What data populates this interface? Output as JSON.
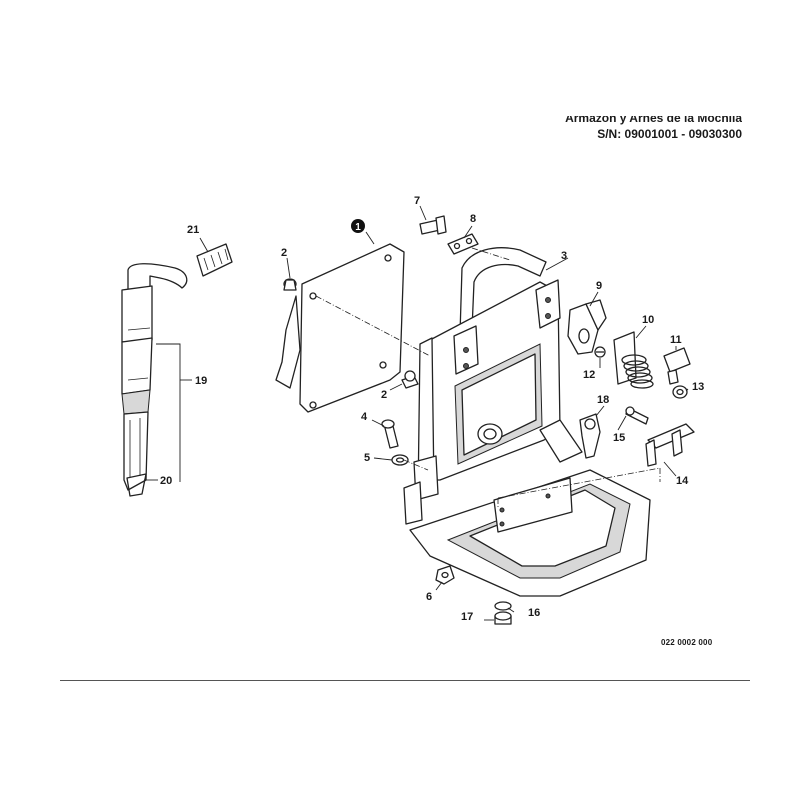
{
  "header": {
    "title": "Armazón y Arnés de la Mochila",
    "serial_range": "S/N: 09001001 - 09030300"
  },
  "document_code": "022 0002 000",
  "callouts": {
    "c1": "1",
    "c2a": "2",
    "c2b": "2",
    "c3": "3",
    "c4": "4",
    "c5": "5",
    "c6": "6",
    "c7": "7",
    "c8": "8",
    "c9": "9",
    "c10": "10",
    "c11": "11",
    "c12": "12",
    "c13": "13",
    "c14": "14",
    "c15": "15",
    "c16": "16",
    "c17": "17",
    "c18": "18",
    "c19": "19",
    "c20": "20",
    "c21": "21"
  }
}
